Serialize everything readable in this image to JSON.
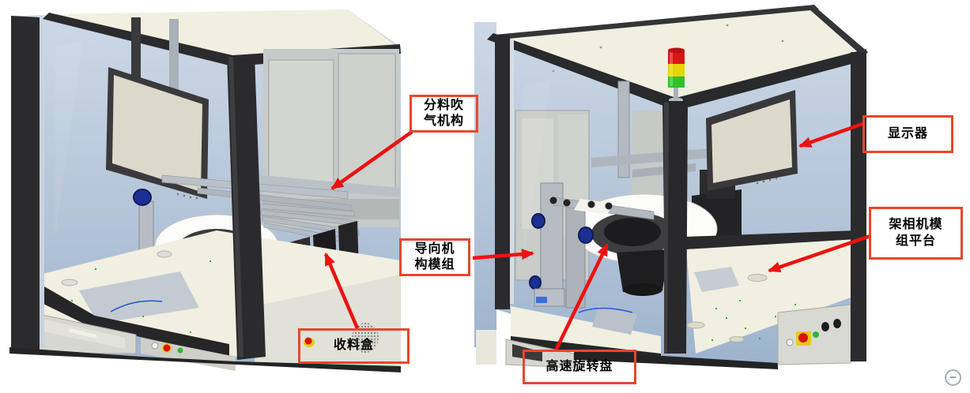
{
  "colors": {
    "label-border": "#e8472b",
    "arrow-red": "#ee1111",
    "tower-red": "#dc1616",
    "tower-yellow": "#e5d400",
    "tower-green": "#2ec22a",
    "estop-red": "#dc1111",
    "estop-yellow": "#e8c820",
    "button-green": "#2db92d",
    "knob-blue": "#1c2f92"
  },
  "annotations": [
    {
      "id": "blow-mechanism",
      "lines": [
        "分料吹",
        "气机构"
      ]
    },
    {
      "id": "guide-module",
      "lines": [
        "导向机",
        "构模组"
      ]
    },
    {
      "id": "collection-box",
      "lines": [
        "收料盒"
      ]
    },
    {
      "id": "display-monitor",
      "lines": [
        "显示器"
      ]
    },
    {
      "id": "camera-platform",
      "lines": [
        "架相机模",
        "组平台"
      ]
    },
    {
      "id": "rotary-disk",
      "lines": [
        "高速旋转盘"
      ]
    }
  ],
  "viewer": {
    "zoom_out_icon": "−"
  }
}
